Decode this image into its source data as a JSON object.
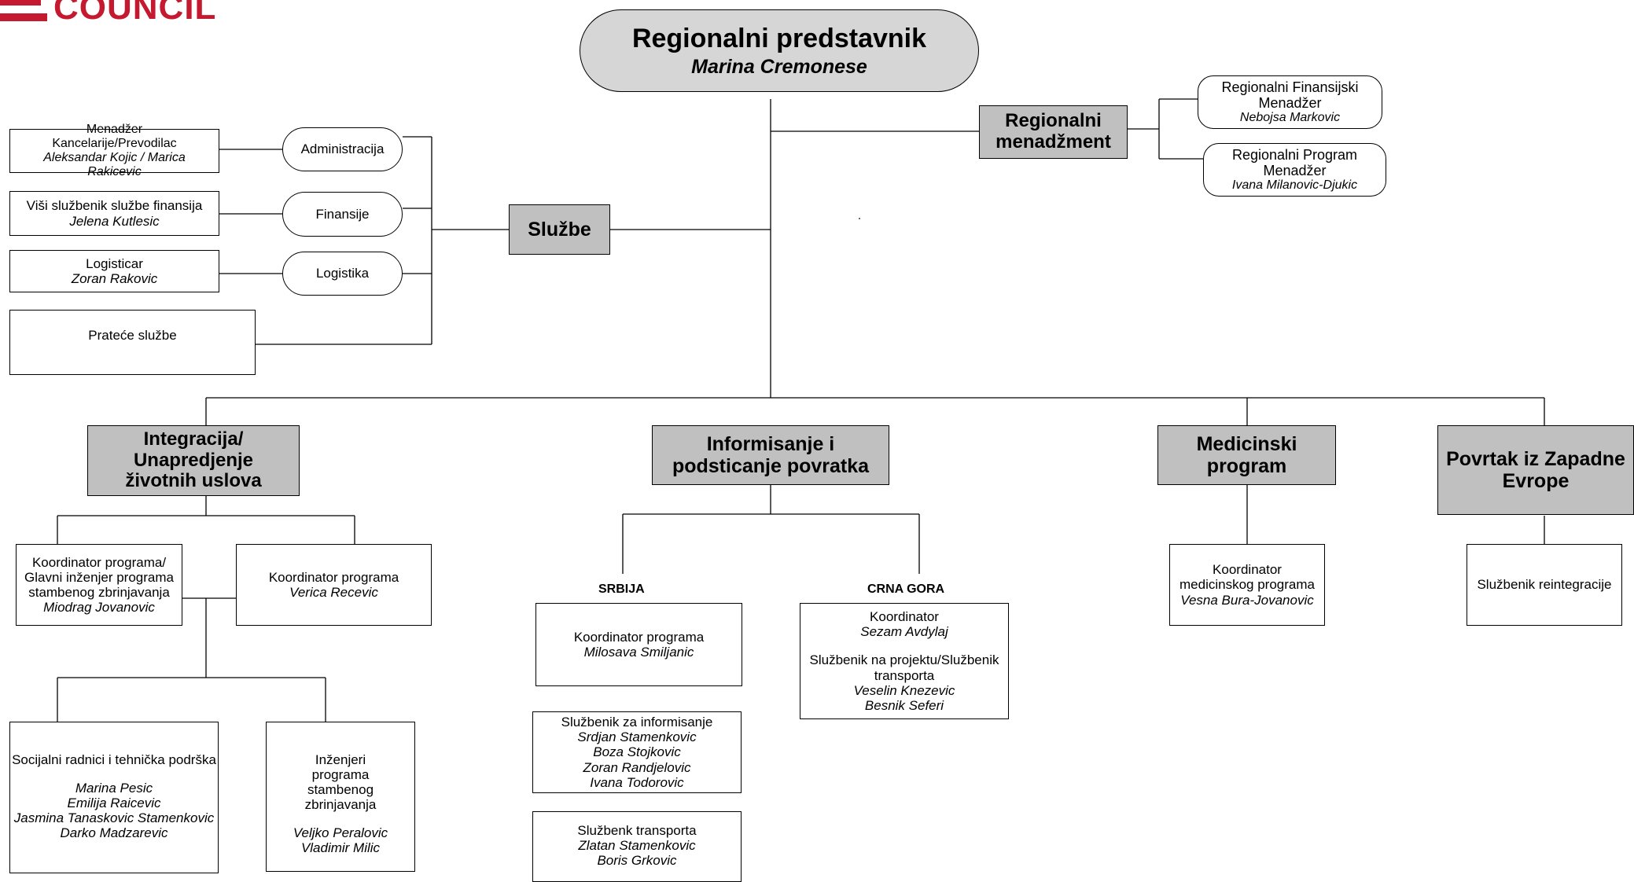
{
  "logo": {
    "text": "COUNCIL",
    "color": "#c4192e"
  },
  "top": {
    "title": "Regionalni predstavnik",
    "name": "Marina Cremonese"
  },
  "management": {
    "label": "Regionalni menadžment",
    "finance_manager": {
      "title": "Regionalni Finansijski Menadžer",
      "name": "Nebojsa Markovic"
    },
    "program_manager": {
      "title": "Regionalni Program Menadžer",
      "name": "Ivana Milanovic-Djukic"
    }
  },
  "services": {
    "label": "Službe",
    "administration": {
      "label": "Administracija",
      "staff_title": "Menadžer Kancelarije/Prevodilac",
      "staff_names": "Aleksandar Kojic / Marica Rakicevic"
    },
    "finance": {
      "label": "Finansije",
      "staff_title": "Viši službenik službe finansija",
      "staff_names": "Jelena Kutlesic"
    },
    "logistics": {
      "label": "Logistika",
      "staff_title": "Logisticar",
      "staff_names": "Zoran Rakovic"
    },
    "support": {
      "label": "Prateće službe"
    }
  },
  "integration": {
    "label": "Integracija/ Unapredjenje životnih uslova",
    "coord1": {
      "title": "Koordinator programa/ Glavni inženjer programa stambenog zbrinjavanja",
      "name": "Miodrag Jovanovic"
    },
    "coord2": {
      "title": "Koordinator programa",
      "name": "Verica Recevic"
    },
    "social": {
      "title": "Socijalni radnici i tehnička podrška",
      "names": [
        "Marina Pesic",
        "Emilija Raicevic",
        "Jasmina Tanaskovic Stamenkovic",
        "Darko Madzarevic"
      ]
    },
    "engineers": {
      "title": "Inženjeri programa stambenog zbrinjavanja",
      "names": [
        "Veljko Peralovic",
        "Vladimir Milic"
      ]
    }
  },
  "information": {
    "label": "Informisanje i podsticanje povratka",
    "serbia": {
      "header": "SRBIJA",
      "coord": {
        "title": "Koordinator programa",
        "name": "Milosava Smiljanic"
      },
      "info_officer": {
        "title": "Službenik za informisanje",
        "names": [
          "Srdjan Stamenkovic",
          "Boza Stojkovic",
          "Zoran Randjelovic",
          "Ivana Todorovic"
        ]
      },
      "transport": {
        "title": "Službenk transporta",
        "names": [
          "Zlatan Stamenkovic",
          "Boris Grkovic"
        ]
      }
    },
    "montenegro": {
      "header": "CRNA GORA",
      "coord_title": "Koordinator",
      "coord_name": "Sezam Avdylaj",
      "officer_title": "Službenik na projektu/Službenik transporta",
      "officer_names": [
        "Veselin Knezevic",
        "Besnik Seferi"
      ]
    }
  },
  "medical": {
    "label": "Medicinski program",
    "coord": {
      "title": "Koordinator medicinskog programa",
      "name": "Vesna Bura-Jovanovic"
    }
  },
  "return": {
    "label": "Povrtak iz Zapadne Evrope",
    "officer": {
      "title": "Službenik reintegracije"
    }
  }
}
